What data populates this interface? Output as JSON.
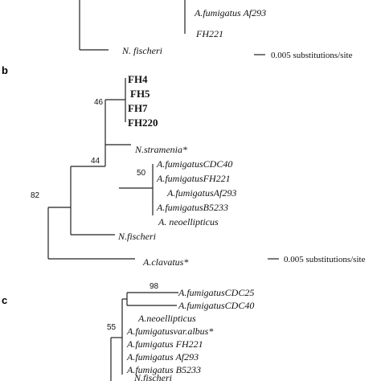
{
  "panel_a": {
    "taxa": [
      "A.fumigatus Af293",
      "FH221",
      "N. fischeri"
    ],
    "scale_label": "0.005 substitutions/site"
  },
  "panel_b": {
    "letter": "b",
    "bold_taxa": [
      "FH4",
      "FH5",
      "FH7",
      "FH220"
    ],
    "taxa": [
      "N.stramenia*",
      "A.fumigatusCDC40",
      "A.fumigatusFH221",
      "A.fumigatusAf293",
      "A.fumigatusB5233",
      "A. neoellipticus",
      "N.fischeri",
      "A.clavatus*"
    ],
    "bootstrap": [
      "46",
      "44",
      "50",
      "82"
    ],
    "scale_label": "0.005 substitutions/site"
  },
  "panel_c": {
    "letter": "c",
    "taxa": [
      "A.fumigatusCDC25",
      "A.fumigatusCDC40",
      "A.neoellipticus",
      "A.fumigatusvar.albus*",
      "A.fumigatus FH221",
      "A.fumigatus Af293",
      "A.fumigatus B5233",
      "N.fischeri"
    ],
    "bootstrap": [
      "98",
      "55"
    ]
  }
}
